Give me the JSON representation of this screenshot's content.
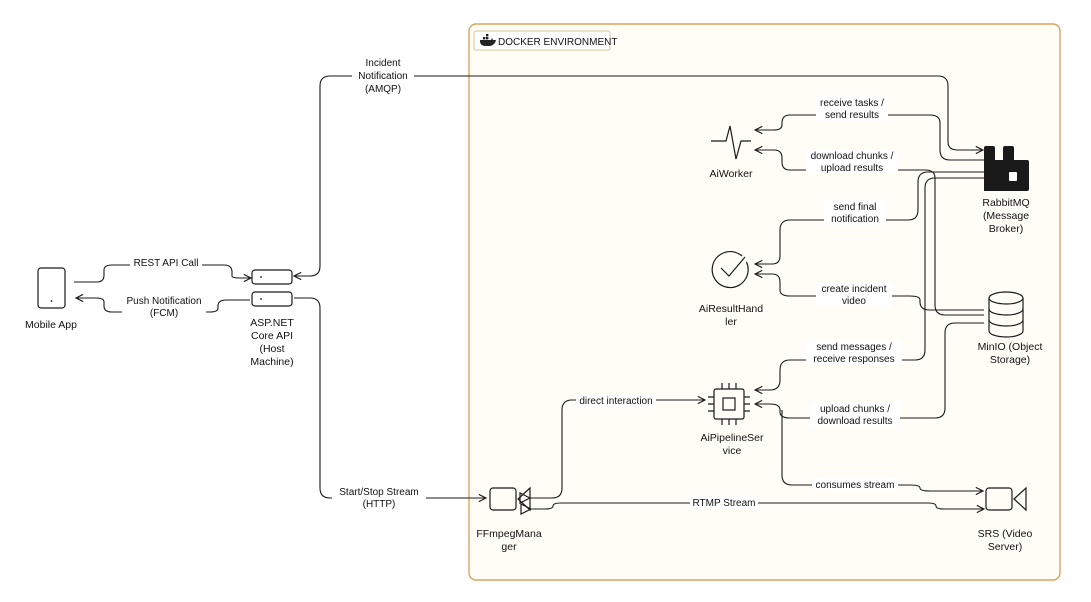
{
  "environment": {
    "title": "DOCKER ENVIRONMENT",
    "border_color": "#d9a55f",
    "background_color": "#fffdf6"
  },
  "nodes": {
    "mobile_app": {
      "label": [
        "Mobile App"
      ],
      "icon": "mobile-phone-icon"
    },
    "aspnet_api": {
      "label": [
        "ASP.NET",
        "Core API",
        "(Host",
        "Machine)"
      ],
      "icon": "server-icon"
    },
    "rabbitmq": {
      "label": [
        "RabbitMQ",
        "(Message",
        "Broker)"
      ],
      "icon": "rabbitmq-icon"
    },
    "aiworker": {
      "label": [
        "AiWorker"
      ],
      "icon": "pulse-icon"
    },
    "airesulthandler": {
      "label": [
        "AiResultHand",
        "ler"
      ],
      "icon": "check-circle-icon"
    },
    "minio": {
      "label": [
        "MinIO (Object",
        "Storage)"
      ],
      "icon": "database-icon"
    },
    "aipipeline": {
      "label": [
        "AiPipelineSer",
        "vice"
      ],
      "icon": "cpu-icon"
    },
    "ffmpeg": {
      "label": [
        "FFmpegMana",
        "ger"
      ],
      "icon": "video-camera-icon"
    },
    "srs": {
      "label": [
        "SRS (Video",
        "Server)"
      ],
      "icon": "video-camera-icon"
    }
  },
  "edges": {
    "incident": [
      "Incident",
      "Notification",
      "(AMQP)"
    ],
    "rest": [
      "REST API Call"
    ],
    "push": [
      "Push Notification",
      "(FCM)"
    ],
    "startstop": [
      "Start/Stop Stream",
      "(HTTP)"
    ],
    "receive": [
      "receive tasks /",
      "send results"
    ],
    "download": [
      "download chunks /",
      "upload results"
    ],
    "sendfinal": [
      "send final",
      "notification"
    ],
    "createvid": [
      "create incident",
      "video"
    ],
    "sendmsg": [
      "send messages /",
      "receive responses"
    ],
    "uploadchunks": [
      "upload chunks /",
      "download results"
    ],
    "direct": [
      "direct interaction"
    ],
    "consumes": [
      "consumes stream"
    ],
    "rtmp": [
      "RTMP Stream"
    ]
  }
}
